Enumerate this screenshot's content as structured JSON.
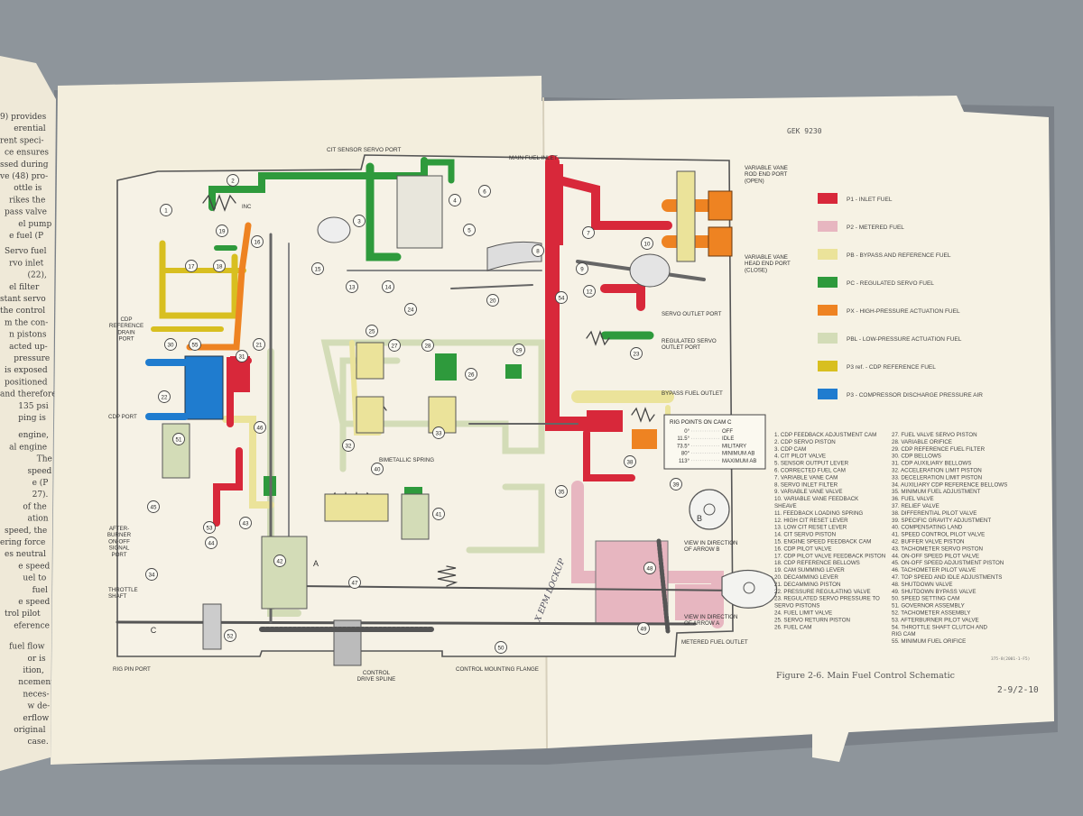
{
  "document": {
    "doc_number": "GEK 9230",
    "figure_caption": "Figure 2-6.  Main Fuel Control Schematic",
    "page_number": "2-9/2-10",
    "small_ref": "375-8(2001-1-F5)",
    "handwritten_note": "X EPM LOCKUP"
  },
  "left_page_fragments": [
    "9) provides",
    "erential",
    "rent speci-",
    "ce ensures",
    "ssed during",
    "ve (48) pro-",
    "ottle is",
    "rikes the",
    "pass valve",
    "el pump",
    "e fuel (P",
    "Servo fuel",
    "rvo inlet",
    "(22),",
    "el filter",
    "stant servo",
    "the control",
    "m the con-",
    "n pistons",
    "acted up-",
    "pressure",
    "is exposed",
    "positioned",
    "and therefore",
    "135 psi",
    "ping is",
    "engine,",
    "al engine",
    "The",
    "speed",
    "e (P",
    "27).",
    "of the",
    "ation",
    "speed, the",
    "ering force",
    "es neutral",
    "e speed",
    "uel to",
    "fuel",
    "e speed",
    "trol pilot",
    "eference",
    "fuel flow",
    "or is",
    "ition,",
    "ncement",
    "neces-",
    "w de-",
    "erflow",
    "original",
    "case."
  ],
  "diagram_labels": {
    "cit_sensor_servo_port": "CIT SENSOR SERVO PORT",
    "main_fuel_inlet": "MAIN FUEL INLET",
    "variable_vane_rod_end": [
      "VARIABLE VANE",
      "ROD END PORT",
      "(OPEN)"
    ],
    "variable_vane_head_end": [
      "VARIABLE VANE",
      "HEAD END PORT",
      "(CLOSE)"
    ],
    "cdp_reference_drain": [
      "CDP",
      "REFERENCE",
      "DRAIN",
      "PORT"
    ],
    "cdp_port": "CDP PORT",
    "afterburner_signal": [
      "AFTER-",
      "BURNER",
      "ON-OFF",
      "SIGNAL",
      "PORT"
    ],
    "throttle_shaft": [
      "THROTTLE",
      "SHAFT"
    ],
    "rig_pin_port": "RIG PIN PORT",
    "control_drive_spline": [
      "CONTROL",
      "DRIVE SPLINE"
    ],
    "control_mounting_flange": "CONTROL MOUNTING FLANGE",
    "bimetallic_spring": "BIMETALLIC SPRING",
    "servo_outlet_port": "SERVO OUTLET PORT",
    "regulated_servo_outlet": [
      "REGULATED SERVO",
      "OUTLET PORT"
    ],
    "bypass_fuel_outlet": "BYPASS FUEL OUTLET",
    "metered_fuel_outlet": "METERED FUEL OUTLET",
    "view_arrow_b": [
      "VIEW IN DIRECTION",
      "OF ARROW B"
    ],
    "view_arrow_a": [
      "VIEW IN DIRECTION",
      "OF ARROW A"
    ],
    "inc": "INC",
    "arrow_a": "A",
    "arrow_b": "B",
    "arrow_c": "C"
  },
  "callouts": [
    "1",
    "2",
    "3",
    "4",
    "5",
    "6",
    "7",
    "8",
    "9",
    "10",
    "12",
    "13",
    "14",
    "15",
    "16",
    "17",
    "18",
    "19",
    "20",
    "21",
    "22",
    "23",
    "24",
    "25",
    "26",
    "27",
    "28",
    "29",
    "30",
    "31",
    "32",
    "33",
    "34",
    "35",
    "38",
    "39",
    "40",
    "41",
    "42",
    "43",
    "44",
    "45",
    "46",
    "47",
    "48",
    "49",
    "50",
    "51",
    "52",
    "53",
    "54",
    "55"
  ],
  "rig_points_table": {
    "title": "RIG POINTS ON CAM C",
    "rows": [
      {
        "angle": "0°",
        "label": "OFF"
      },
      {
        "angle": "11.5°",
        "label": "IDLE"
      },
      {
        "angle": "73.5°",
        "label": "MILITARY"
      },
      {
        "angle": "80°",
        "label": "MINIMUM AB"
      },
      {
        "angle": "113°",
        "label": "MAXIMUM AB"
      }
    ]
  },
  "legend": [
    {
      "color": "#d8283a",
      "label": "P1 - INLET FUEL"
    },
    {
      "color": "#e7b6c0",
      "label": "P2 - METERED FUEL"
    },
    {
      "color": "#ebe39a",
      "label": "PB - BYPASS AND REFERENCE FUEL"
    },
    {
      "color": "#2e9a3c",
      "label": "PC - REGULATED SERVO FUEL"
    },
    {
      "color": "#ee8322",
      "label": "PX - HIGH-PRESSURE ACTUATION FUEL"
    },
    {
      "color": "#d3dcb7",
      "label": "PBL - LOW-PRESSURE ACTUATION FUEL"
    },
    {
      "color": "#d8bf20",
      "label": "P3 ref. - CDP REFERENCE FUEL"
    },
    {
      "color": "#1f7ccf",
      "label": "P3 - COMPRESSOR DISCHARGE PRESSURE AIR"
    }
  ],
  "parts_list_left": [
    "1.  CDP FEEDBACK ADJUSTMENT CAM",
    "2.  CDP SERVO PISTON",
    "3.  CDP CAM",
    "4.  CIT PILOT VALVE",
    "5.  SENSOR OUTPUT LEVER",
    "6.  CORRECTED FUEL CAM",
    "7.  VARIABLE VANE CAM",
    "8.  SERVO INLET FILTER",
    "9.  VARIABLE VANE VALVE",
    "10. VARIABLE VANE FEEDBACK",
    "    SHEAVE",
    "11. FEEDBACK LOADING SPRING",
    "12. HIGH CIT RESET LEVER",
    "13. LOW CIT RESET LEVER",
    "14. CIT SERVO PISTON",
    "15. ENGINE SPEED FEEDBACK CAM",
    "16. CDP PILOT VALVE",
    "17. CDP PILOT VALVE FEEDBACK PISTON",
    "18. CDP REFERENCE BELLOWS",
    "19. CAM SUMMING LEVER",
    "20. DECAMMING LEVER",
    "21. DECAMMING PISTON",
    "22. PRESSURE REGULATING VALVE",
    "23. REGULATED SERVO PRESSURE TO",
    "    SERVO PISTONS",
    "24. FUEL LIMIT VALVE",
    "25. SERVO RETURN PISTON",
    "26. FUEL CAM"
  ],
  "parts_list_right": [
    "27. FUEL VALVE SERVO PISTON",
    "28. VARIABLE ORIFICE",
    "29. CDP REFERENCE FUEL FILTER",
    "30. CDP BELLOWS",
    "31. CDP AUXILIARY BELLOWS",
    "32. ACCELERATION LIMIT PISTON",
    "33. DECELERATION LIMIT PISTON",
    "34. AUXILIARY CDP REFERENCE BELLOWS",
    "35. MINIMUM FUEL ADJUSTMENT",
    "36. FUEL VALVE",
    "37. RELIEF VALVE",
    "38. DIFFERENTIAL PILOT VALVE",
    "39. SPECIFIC GRAVITY ADJUSTMENT",
    "40. COMPENSATING LAND",
    "41. SPEED CONTROL PILOT VALVE",
    "42. BUFFER VALVE PISTON",
    "43. TACHOMETER SERVO PISTON",
    "44. ON-OFF SPEED PILOT VALVE",
    "45. ON-OFF SPEED ADJUSTMENT PISTON",
    "46. TACHOMETER PILOT VALVE",
    "47. TOP SPEED AND IDLE ADJUSTMENTS",
    "48. SHUTDOWN VALVE",
    "49. SHUTDOWN BYPASS VALVE",
    "50. SPEED SETTING CAM",
    "51. GOVERNOR ASSEMBLY",
    "52. TACHOMETER ASSEMBLY",
    "53. AFTERBURNER PILOT VALVE",
    "54. THROTTLE SHAFT CLUTCH AND",
    "    RIG CAM",
    "55. MINIMUM FUEL ORIFICE"
  ],
  "colors": {
    "background": "#8e959b",
    "paper": "#f3eedd",
    "ink": "#3a3a3a",
    "inlet": "#d8283a",
    "metered": "#e7b6c0",
    "bypass": "#ebe39a",
    "servo": "#2e9a3c",
    "actuation_hp": "#ee8322",
    "actuation_lp": "#d3dcb7",
    "cdp_ref": "#d8bf20",
    "cdp_air": "#1f7ccf"
  }
}
